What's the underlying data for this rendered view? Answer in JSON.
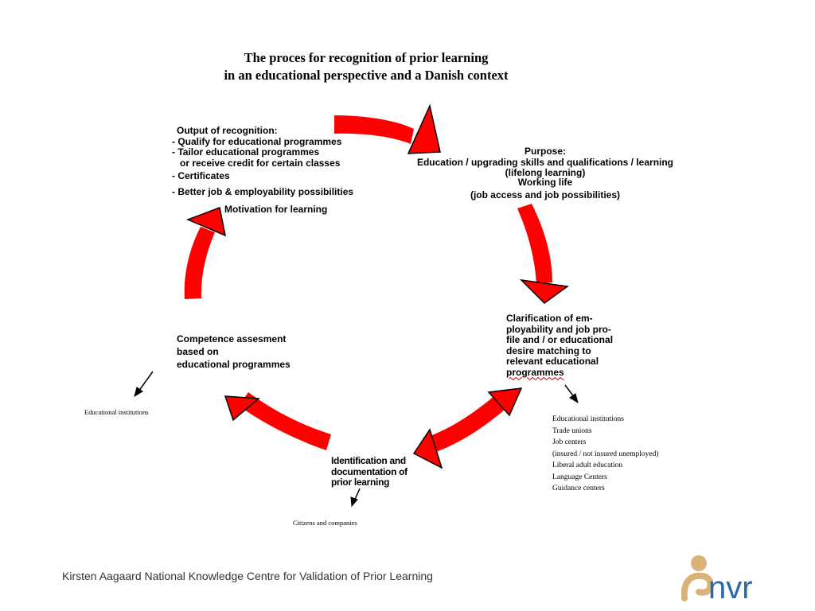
{
  "title": {
    "line1": "The proces for recognition of prior learning",
    "line2": "in an educational perspective and a Danish context"
  },
  "output": {
    "heading": "Output of recognition:",
    "items": [
      "- Qualify for educational programmes",
      "- Tailor educational programmes",
      "  or receive credit for certain classes",
      "- Certificates",
      "- Better job & employability possibilities"
    ]
  },
  "motivation": "Motivation for learning",
  "purpose": {
    "heading": "Purpose:",
    "line1": "Education / upgrading skills and qualifications / learning",
    "line2": "(lifelong learning)",
    "line3": "Working life",
    "line4": "(job access and job possibilities)"
  },
  "clarification": {
    "lines": [
      "Clarification of em-",
      "ployability and job pro-",
      "file and / or educational",
      "desire matching to",
      "relevant educational",
      "programmes"
    ]
  },
  "stakeholders_right": [
    "Educational institutions",
    "Trade unions",
    "Job centers",
    "(insured / not insured unemployed)",
    "Liberal adult education",
    "Language Centers",
    "Guidance centers"
  ],
  "identification": {
    "lines": [
      "Identification and",
      "documentation of",
      "prior learning"
    ]
  },
  "citizens": "Citizens and companies",
  "competence": {
    "lines": [
      "Competence assesment",
      "based on",
      "educational programmes"
    ]
  },
  "educational_left": "Educational institutions",
  "footer": "Kirsten Aagaard National Knowledge Centre for Validation of Prior Learning",
  "logo_text": "nvr",
  "colors": {
    "arrow": "#ff0000",
    "arrow_outline": "#000000",
    "logo_gold": "#d9b27a",
    "logo_blue": "#2a6aa8"
  }
}
